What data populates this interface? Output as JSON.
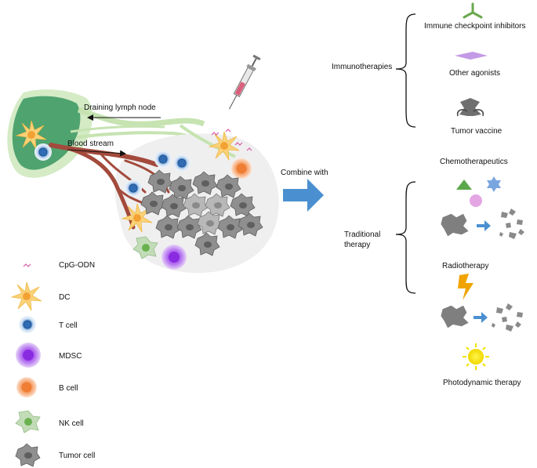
{
  "diagram": {
    "labels": {
      "draining_lymph_node": "Draining lymph node",
      "blood_stream": "Blood stream",
      "combine_with": "Combine with"
    },
    "therapies": {
      "immunotherapies": {
        "label": "Immunotherapies",
        "items": [
          "Immune checkpoint  inhibitors",
          "Other agonists",
          "Tumor vaccine"
        ]
      },
      "traditional": {
        "label": "Traditional therapy",
        "items": [
          "Chemotherapeutics",
          "Radiotherapy",
          "Photodynamic therapy"
        ]
      }
    },
    "legend": [
      {
        "label": "CpG-ODN",
        "icon": "cpg-odn-icon"
      },
      {
        "label": "DC",
        "icon": "dendritic-cell-icon"
      },
      {
        "label": "T cell",
        "icon": "t-cell-icon"
      },
      {
        "label": "MDSC",
        "icon": "mdsc-icon"
      },
      {
        "label": "B cell",
        "icon": "b-cell-icon"
      },
      {
        "label": "NK cell",
        "icon": "nk-cell-icon"
      },
      {
        "label": "Tumor cell",
        "icon": "tumor-cell-icon"
      }
    ],
    "colors": {
      "arrow": "#4a90d0",
      "blood_vessel": "#a0483a",
      "lymph_node": "#5aa676",
      "lymph_vessel": "#c6e3b1",
      "dc": "#f6c55f",
      "t_cell": "#2f6cb3",
      "mdsc": "#9b3fd6",
      "b_cell": "#f08a45",
      "nk_cell": "#7ab96a",
      "tumor": "#8c8c8c",
      "checkpoint": "#6aa84f",
      "agonist": "#c39ae6",
      "sun": "#f3e200",
      "lightning": "#f0a400"
    }
  }
}
